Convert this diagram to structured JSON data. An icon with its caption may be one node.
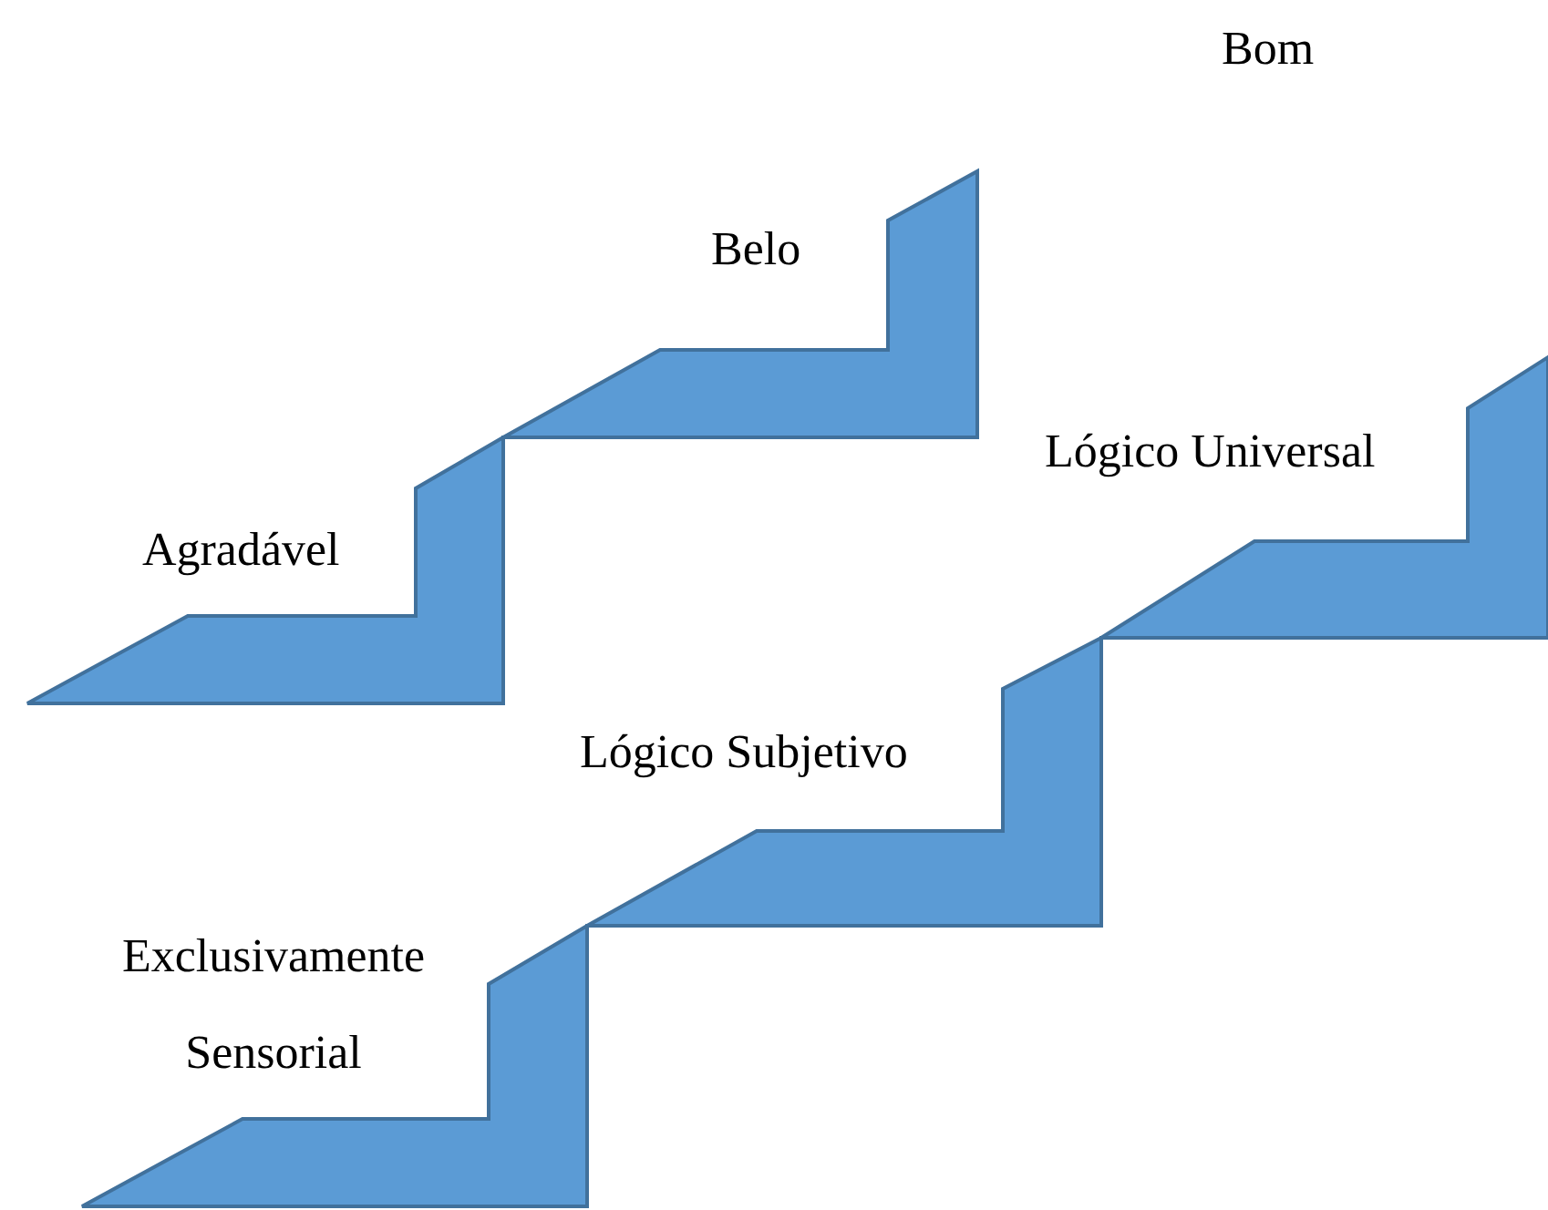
{
  "diagram": {
    "labels": [
      "Bom",
      "Belo",
      "Lógico Universal",
      "Agradável",
      "Lógico Subjetivo",
      "Exclusivamente Sensorial"
    ]
  }
}
